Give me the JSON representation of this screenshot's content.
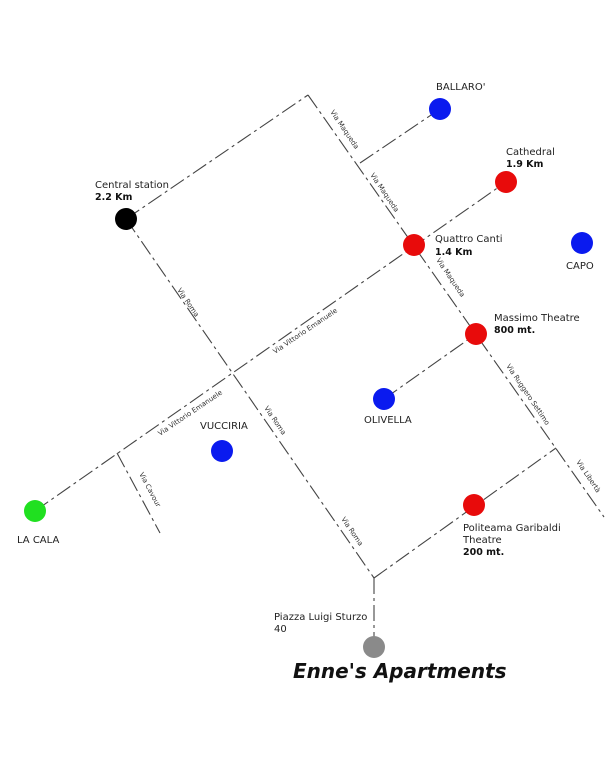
{
  "title": "Enne's Apartments",
  "colors": {
    "poi": "#e80b0b",
    "area": "#0a1aef",
    "station": "#000000",
    "port": "#20e020",
    "home": "#8a8a8a"
  },
  "places": {
    "ballaro": {
      "name": "BALLARO'"
    },
    "cathedral": {
      "name": "Cathedral",
      "distance": "1.9 Km"
    },
    "central_station": {
      "name": "Central station",
      "distance": "2.2 Km"
    },
    "quattro_canti": {
      "name": "Quattro Canti",
      "distance": "1.4 Km"
    },
    "capo": {
      "name": "CAPO"
    },
    "massimo": {
      "name": "Massimo Theatre",
      "distance": "800 mt."
    },
    "olivella": {
      "name": "OLIVELLA"
    },
    "vucciria": {
      "name": "VUCCIRIA"
    },
    "la_cala": {
      "name": "LA CALA"
    },
    "politeama": {
      "name_line1": "Politeama Garibaldi",
      "name_line2": "Theatre",
      "distance": "200 mt."
    },
    "home": {
      "name_line1": "Piazza Luigi Sturzo",
      "name_line2": "40"
    }
  },
  "streets": {
    "maqueda_1": "Via Maqueda",
    "maqueda_2": "Via Maqueda",
    "maqueda_3": "Via Maqueda",
    "ruggero_settimo": "Via Ruggero Settimo",
    "liberta": "Via Libertà",
    "roma_1": "Via Roma",
    "roma_2": "Via Roma",
    "roma_3": "Via Roma",
    "vittorio_emanuele_1": "Via Vittorio Emanuele",
    "vittorio_emanuele_2": "Via Vittorio Emanuele",
    "cavour": "Via Cavour"
  }
}
